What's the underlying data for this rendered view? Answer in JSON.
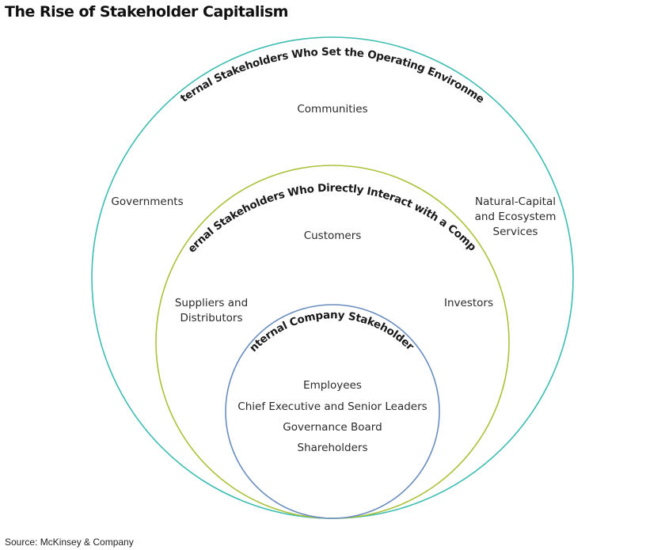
{
  "title": "The Rise of Stakeholder Capitalism",
  "source": "Source: McKinsey & Company",
  "colors": {
    "outer_ring": "#3dbdb1",
    "middle_ring": "#a9c23a",
    "inner_ring": "#6a8dbf"
  },
  "rings": {
    "outer": {
      "label": "External Stakeholders Who Set the Operating Environment",
      "members": {
        "top": "Communities",
        "left": "Governments",
        "right": [
          "Natural-Capital",
          "and Ecosystem",
          "Services"
        ]
      }
    },
    "middle": {
      "label": "External Stakeholders Who Directly Interact with a Company",
      "members": {
        "top": "Customers",
        "left": [
          "Suppliers and",
          "Distributors"
        ],
        "right": "Investors"
      }
    },
    "inner": {
      "label": "Internal Company Stakeholders",
      "members": [
        "Employees",
        "Chief Executive and Senior Leaders",
        "Governance Board",
        "Shareholders"
      ]
    }
  }
}
